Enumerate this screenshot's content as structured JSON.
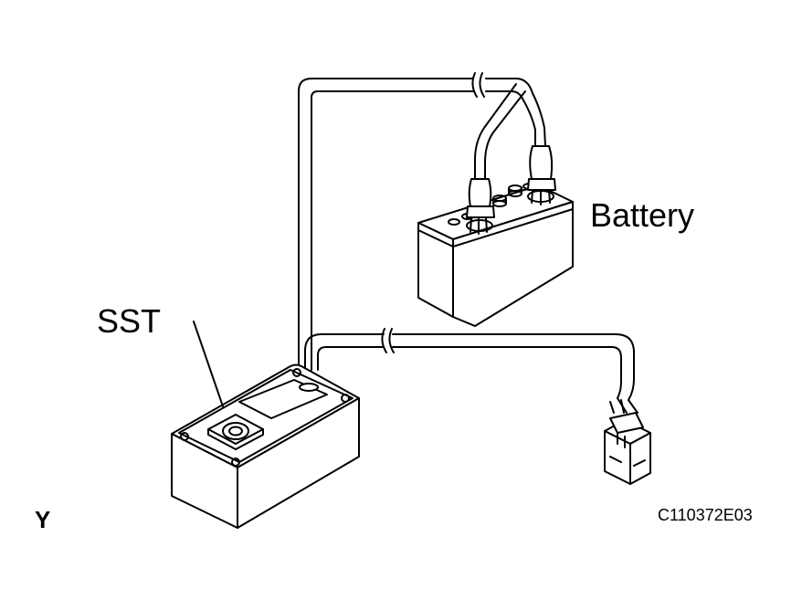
{
  "labels": {
    "battery": "Battery",
    "sst": "SST",
    "view_letter": "Y",
    "figure_code": "C110372E03"
  },
  "colors": {
    "line": "#000000",
    "background": "#ffffff"
  },
  "components": [
    "battery",
    "sst-tester",
    "battery-clamp-positive",
    "battery-clamp-negative",
    "harness-connector"
  ]
}
